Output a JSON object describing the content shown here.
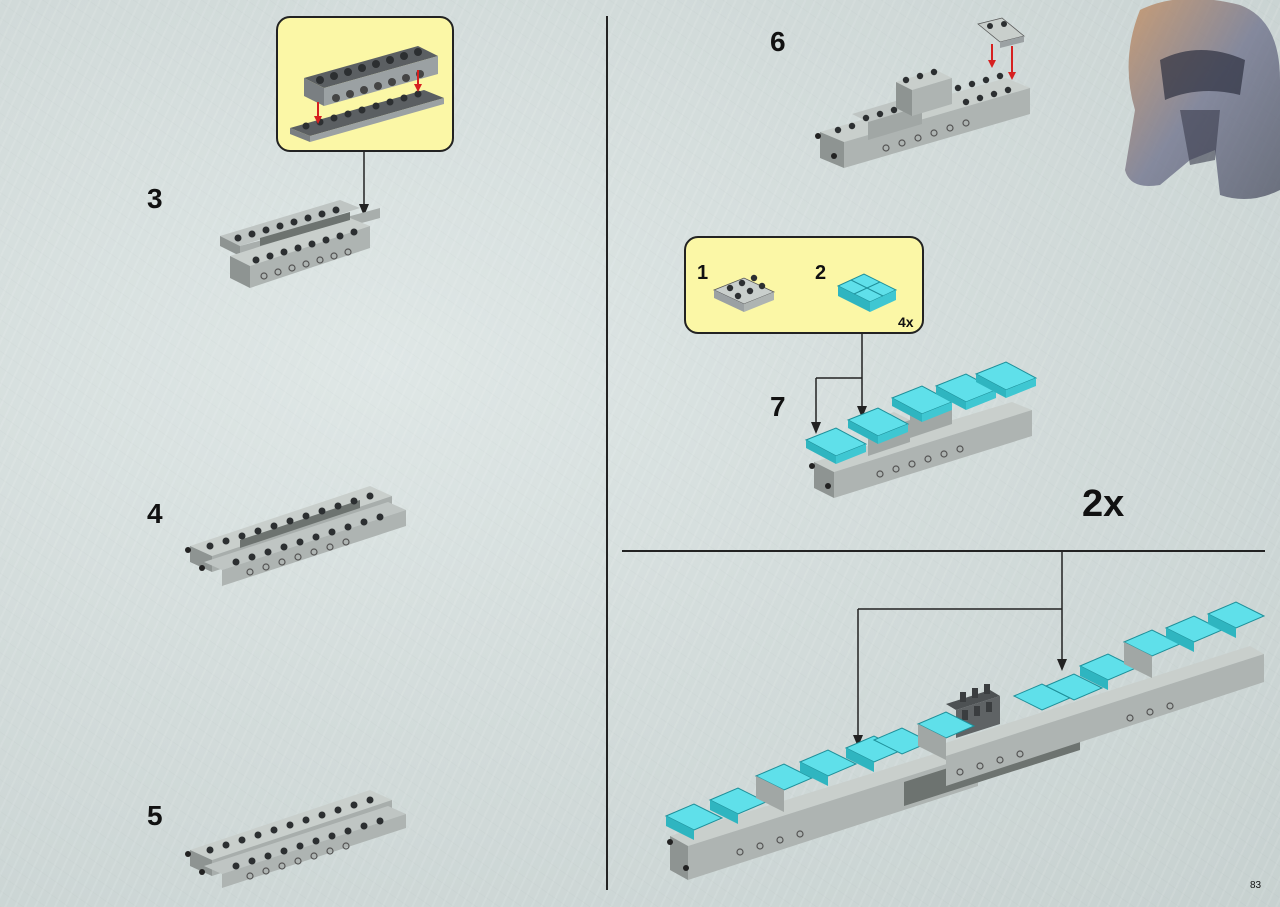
{
  "steps": [
    {
      "number": "3"
    },
    {
      "number": "4"
    },
    {
      "number": "5"
    },
    {
      "number": "6"
    },
    {
      "number": "7"
    }
  ],
  "callout_step7": {
    "items": [
      {
        "number": "1",
        "quantity": ""
      },
      {
        "number": "2",
        "quantity": "4x"
      }
    ]
  },
  "multiplier": "2x",
  "page_number": "83",
  "colors": {
    "background": "#d3dcdb",
    "callout_fill": "#fbf7a6",
    "brick_gray": "#c9cfcc",
    "brick_dark": "#3a3d3f",
    "trans_light_blue": "#4fd2dd",
    "arrow_red": "#d62020",
    "line": "#222222"
  },
  "icons": [
    "helmet-watermark-icon"
  ]
}
